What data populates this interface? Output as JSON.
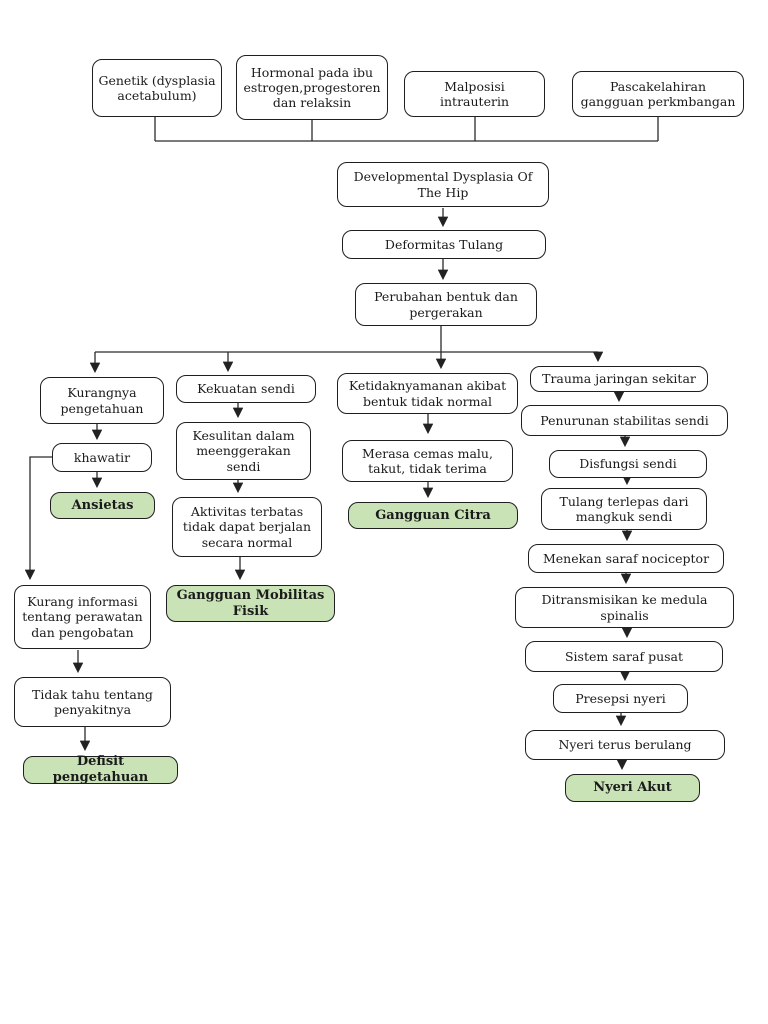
{
  "colors": {
    "border": "#1f1f1f",
    "node-fill": "#ffffff",
    "outcome-fill": "#c9e3b6",
    "text": "#1a1a1a",
    "line": "#2b2b2b",
    "page-bg": "#ffffff"
  },
  "nodes": {
    "genetik": {
      "label": "Genetik (dysplasia acetabulum)"
    },
    "hormonal": {
      "label": "Hormonal pada ibu estrogen,progestoren dan relaksin"
    },
    "malposisi": {
      "label": "Malposisi intrauterin"
    },
    "pascakelahiran": {
      "label": "Pascakelahiran gangguan perkmbangan"
    },
    "ddh": {
      "label": "Developmental Dysplasia Of The Hip"
    },
    "deformitas": {
      "label": "Deformitas Tulang"
    },
    "perubahan": {
      "label": "Perubahan bentuk dan pergerakan"
    },
    "kurangnya": {
      "label": "Kurangnya pengetahuan"
    },
    "khawatir": {
      "label": "khawatir"
    },
    "ansietas": {
      "label": "Ansietas"
    },
    "kurang_informasi": {
      "label": "Kurang informasi tentang perawatan dan pengobatan"
    },
    "tidak_tahu": {
      "label": "Tidak tahu tentang penyakitnya"
    },
    "defisit": {
      "label": "Defisit pengetahuan"
    },
    "kekuatan": {
      "label": "Kekuatan sendi"
    },
    "kesulitan": {
      "label": "Kesulitan dalam meenggerakan sendi"
    },
    "aktivitas": {
      "label": "Aktivitas terbatas tidak dapat berjalan secara normal"
    },
    "mobilitas": {
      "label": "Gangguan Mobilitas Fisik"
    },
    "ketidaknyamanan": {
      "label": "Ketidaknyamanan akibat bentuk tidak normal"
    },
    "merasa": {
      "label": "Merasa cemas malu, takut, tidak terima"
    },
    "citra": {
      "label": "Gangguan Citra"
    },
    "trauma": {
      "label": "Trauma jaringan sekitar"
    },
    "penurunan": {
      "label": "Penurunan stabilitas sendi"
    },
    "disfungsi": {
      "label": "Disfungsi sendi"
    },
    "tulang": {
      "label": "Tulang terlepas dari mangkuk sendi"
    },
    "menekan": {
      "label": "Menekan saraf nociceptor"
    },
    "ditransmisikan": {
      "label": "Ditransmisikan ke medula spinalis"
    },
    "sistem": {
      "label": "Sistem saraf pusat"
    },
    "presepsi": {
      "label": "Presepsi nyeri"
    },
    "nyeri_berulang": {
      "label": "Nyeri terus berulang"
    },
    "nyeri_akut": {
      "label": "Nyeri Akut"
    }
  }
}
